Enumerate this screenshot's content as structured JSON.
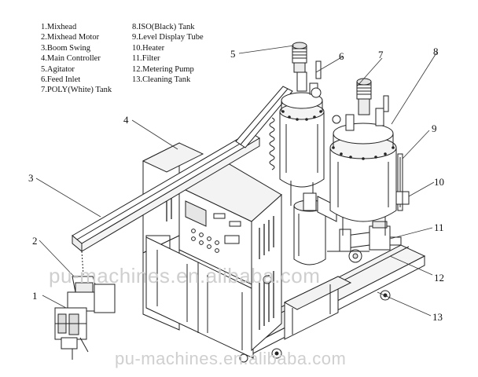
{
  "legend": {
    "left": [
      "1.Mixhead",
      "2.Mixhead Motor",
      "3.Boom Swing",
      "4.Main Controller",
      "5.Agitator",
      "6.Feed Inlet",
      "7.POLY(White) Tank"
    ],
    "right": [
      "8.ISO(Black) Tank",
      "9.Level Display Tube",
      "10.Heater",
      "11.Filter",
      "12.Metering Pump",
      "13.Cleaning Tank"
    ]
  },
  "callouts": [
    "1",
    "2",
    "3",
    "4",
    "5",
    "6",
    "7",
    "8",
    "9",
    "10",
    "11",
    "12",
    "13"
  ],
  "watermarks": {
    "middle": "pu-machines.en.alibaba.com",
    "bottom": "pu-machines.en.alibaba.com"
  }
}
